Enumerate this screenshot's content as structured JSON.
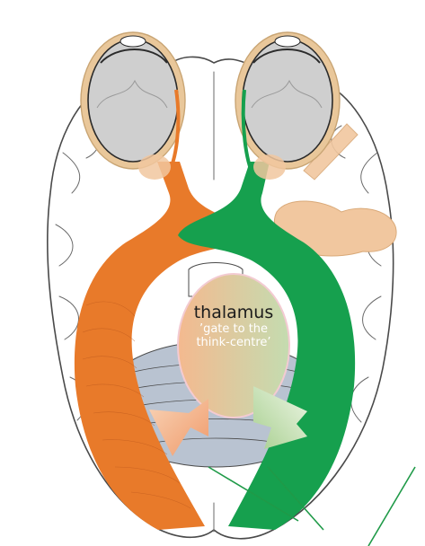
{
  "diagram": {
    "label": {
      "title": "thalamus",
      "subtitle_line1": "’gate to the",
      "subtitle_line2": "think-centre’"
    },
    "colors": {
      "left_pathway": "#e87a2a",
      "right_pathway": "#16a04e",
      "brain_outline": "#4a4a4a",
      "eyeball_fill": "#cfcfcf",
      "eye_rim": "#e9c79a",
      "thalamus_fill": "#f1c79f",
      "cerebellum_fill": "#aab7c8",
      "pointer_line": "#1f9a48"
    }
  }
}
